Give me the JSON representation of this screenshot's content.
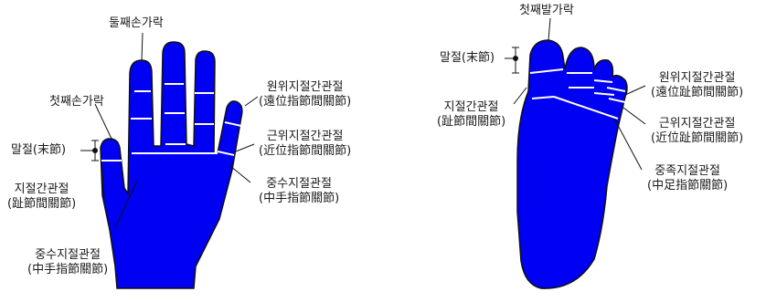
{
  "hand": {
    "labels": {
      "second_finger": "둘째손가락",
      "thumb": "첫째손가락",
      "distal_phalanx": "말절(末節)",
      "ip_joint": {
        "ko": "지절간관절",
        "hanja": "(趾節間關節)"
      },
      "mcp_joint_left": {
        "ko": "중수지절관절",
        "hanja": "(中手指節關節)"
      },
      "dip_joint": {
        "ko": "원위지절간관절",
        "hanja": "(遠位指節間關節)"
      },
      "pip_joint": {
        "ko": "근위지절간관절",
        "hanja": "(近位指節間關節)"
      },
      "mcp_joint_right": {
        "ko": "중수지절관절",
        "hanja": "(中手指節關節)"
      }
    }
  },
  "foot": {
    "labels": {
      "big_toe": "첫째발가락",
      "distal_phalanx": "말절(末節)",
      "ip_joint": {
        "ko": "지절간관절",
        "hanja": "(趾節間關節)"
      },
      "dip_joint": {
        "ko": "원위지절간관절",
        "hanja": "(遠位趾節間關節)"
      },
      "pip_joint": {
        "ko": "근위지절간관절",
        "hanja": "(近位趾節間關節)"
      },
      "mtp_joint": {
        "ko": "중족지절관절",
        "hanja": "(中足指節關節)"
      }
    }
  },
  "colors": {
    "fill": "#0000f2",
    "outline": "#111111",
    "joint_line": "#ffffff",
    "leader": "#111111"
  }
}
